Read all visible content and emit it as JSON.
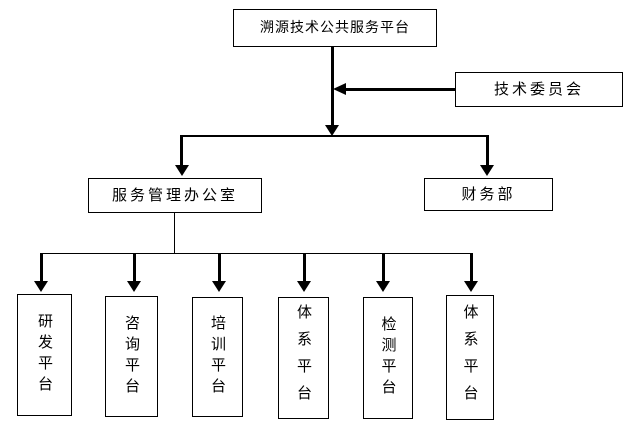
{
  "chart": {
    "type": "org-chart",
    "root": {
      "label": "溯源技术公共服务平台"
    },
    "advisory": {
      "label": "技术委员会"
    },
    "management": {
      "label": "服务管理办公室"
    },
    "finance": {
      "label": "财务部"
    },
    "platforms": [
      {
        "label": "研发平台"
      },
      {
        "label": "咨询平台"
      },
      {
        "label": "培训平台"
      },
      {
        "label": "体系平台"
      },
      {
        "label": "检测平台"
      },
      {
        "label": "体系平台"
      }
    ],
    "edges": [
      {
        "from": "技术委员会",
        "to": "溯源技术公共服务平台",
        "style": "arrow-left"
      },
      {
        "from": "溯源技术公共服务平台",
        "to": "服务管理办公室",
        "style": "arrow-down"
      },
      {
        "from": "溯源技术公共服务平台",
        "to": "财务部",
        "style": "arrow-down"
      },
      {
        "from": "服务管理办公室",
        "to": "研发平台",
        "style": "arrow-down"
      },
      {
        "from": "服务管理办公室",
        "to": "咨询平台",
        "style": "arrow-down"
      },
      {
        "from": "服务管理办公室",
        "to": "培训平台",
        "style": "arrow-down"
      },
      {
        "from": "服务管理办公室",
        "to": "体系平台",
        "style": "arrow-down"
      },
      {
        "from": "服务管理办公室",
        "to": "检测平台",
        "style": "arrow-down"
      },
      {
        "from": "服务管理办公室",
        "to": "体系平台",
        "style": "arrow-down"
      }
    ],
    "colors": {
      "line": "#000000",
      "border": "#000000",
      "box_fill": "#ffffff",
      "page_bg": "#ffffff",
      "text": "#000000"
    }
  }
}
